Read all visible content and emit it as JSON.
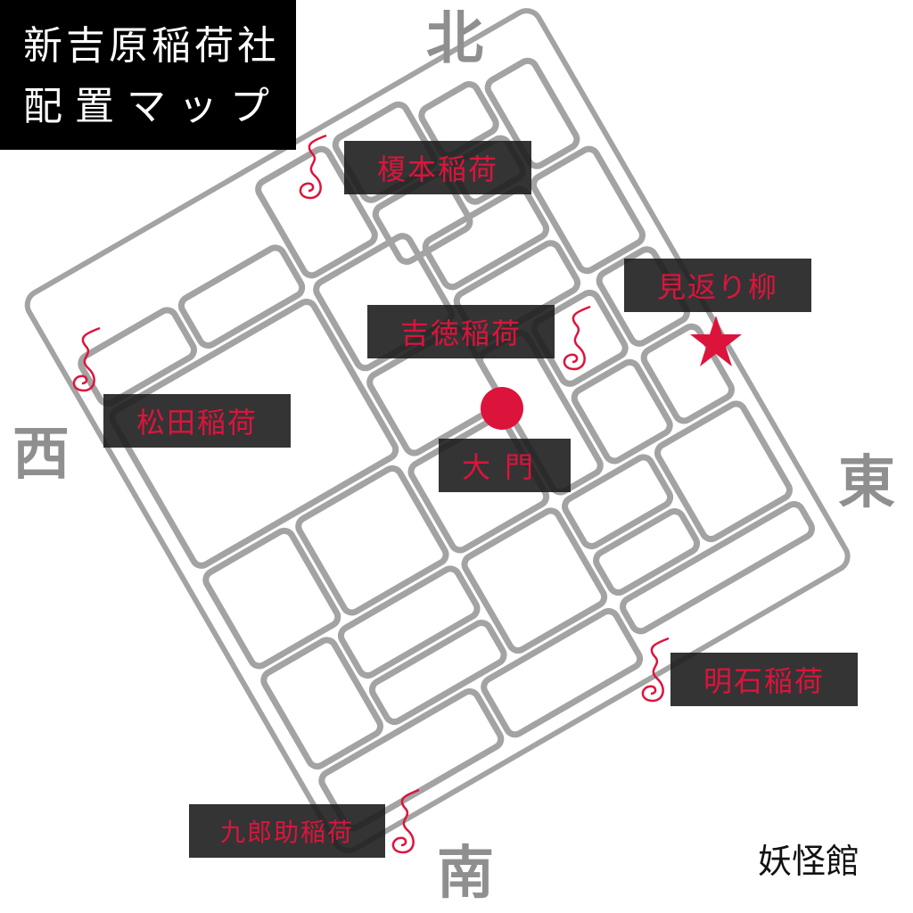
{
  "title": {
    "line1": "新吉原稲荷社",
    "line2": "配置マップ"
  },
  "compass": {
    "north": "北",
    "south": "南",
    "east": "東",
    "west": "西"
  },
  "labels": {
    "enoki": "榎本稲荷",
    "yoshitoku": "吉徳稲荷",
    "mikaeri": "見返り柳",
    "matsuda": "松田稲荷",
    "omon": "大門",
    "akashi": "明石稲荷",
    "kurosuke": "九郎助稲荷"
  },
  "markers": {
    "omon": {
      "type": "circle",
      "color": "#dc143c"
    },
    "mikaeri": {
      "type": "star",
      "color": "#dc143c"
    },
    "shrine_icon": "hitodama-icon"
  },
  "credit": "妖怪館",
  "colors": {
    "accent": "#dc143c",
    "road_outline": "#a0a0a0",
    "label_bg": "#1e1e1e"
  }
}
